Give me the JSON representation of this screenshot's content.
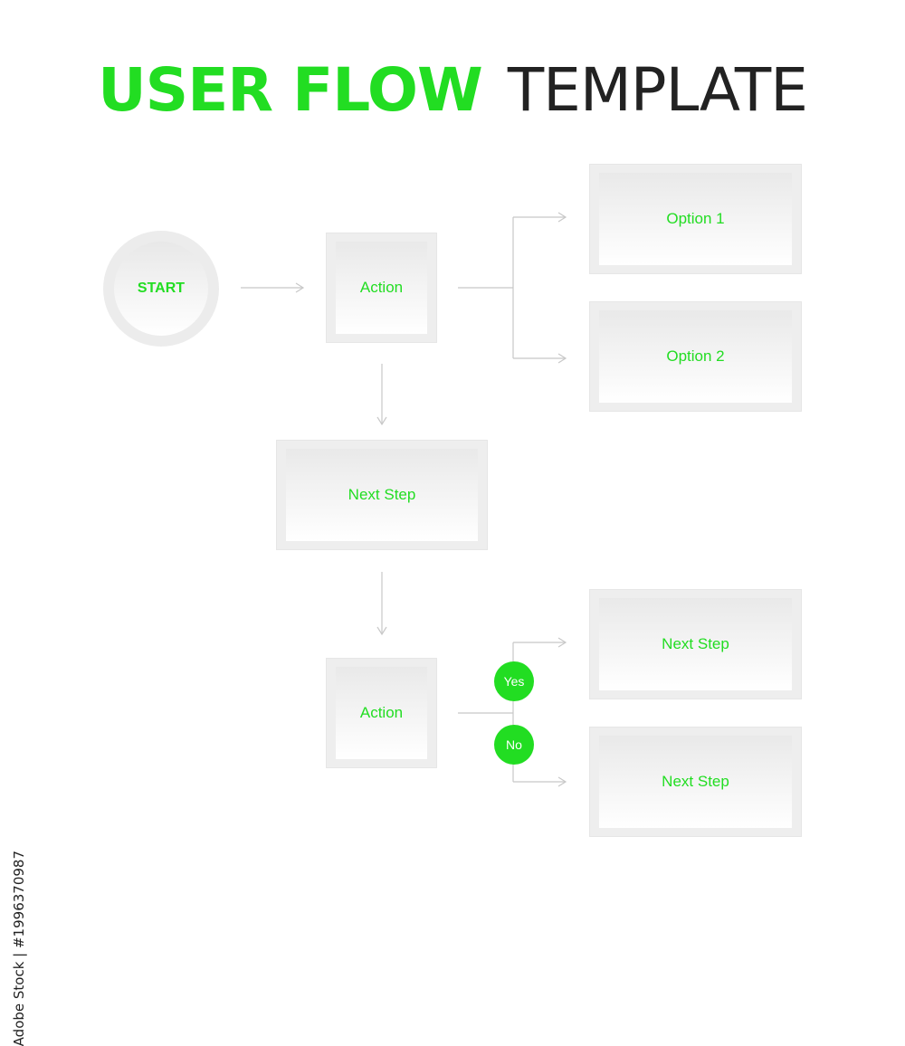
{
  "title": {
    "part1": "USER FLOW",
    "part2": "TEMPLATE"
  },
  "colors": {
    "accent": "#22dd22",
    "title_dark": "#222222",
    "connector": "#c8c8c8",
    "box": "#eeeeee"
  },
  "nodes": {
    "start": "START",
    "action1": "Action",
    "option1": "Option 1",
    "option2": "Option 2",
    "next_step": "Next Step",
    "action2": "Action",
    "next_step_yes": "Next Step",
    "next_step_no": "Next Step"
  },
  "decisions": {
    "yes": "Yes",
    "no": "No"
  },
  "credit": "Adobe Stock | #199637098​7"
}
